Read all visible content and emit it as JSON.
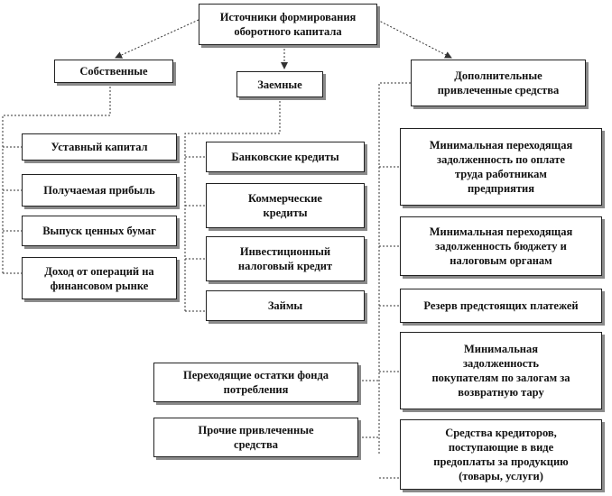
{
  "nodes": {
    "root": "Источники формирования\nоборотного капитала",
    "own": "Собственные",
    "borrowed": "Заемные",
    "attracted": "Дополнительные\nпривлеченные средства",
    "own_items": [
      "Уставный капитал",
      "Получаемая прибыль",
      "Выпуск ценных бумаг",
      "Доход от операций на\nфинансовом рынке"
    ],
    "borrowed_items": [
      "Банковские кредиты",
      "Коммерческие\nкредиты",
      "Инвестиционный\nналоговый кредит",
      "Займы"
    ],
    "attracted_items": [
      "Минимальная переходящая\nзадолженность по оплате\nтруда работникам\nпредприятия",
      "Минимальная переходящая\nзадолженность бюджету и\nналоговым органам",
      "Резерв предстоящих платежей",
      "Минимальная\nзадолженность\nпокупателям по залогам за\nвозвратную тару",
      "Средства кредиторов,\nпоступающие в виде\nпредоплаты за продукцию\n(товары, услуги)"
    ],
    "extra_items": [
      "Переходящие остатки фонда\nпотребления",
      "Прочие привлеченные\nсредства"
    ]
  },
  "colors": {
    "border": "#222222",
    "shadow": "#8a8a8a",
    "connector": "#333333"
  }
}
